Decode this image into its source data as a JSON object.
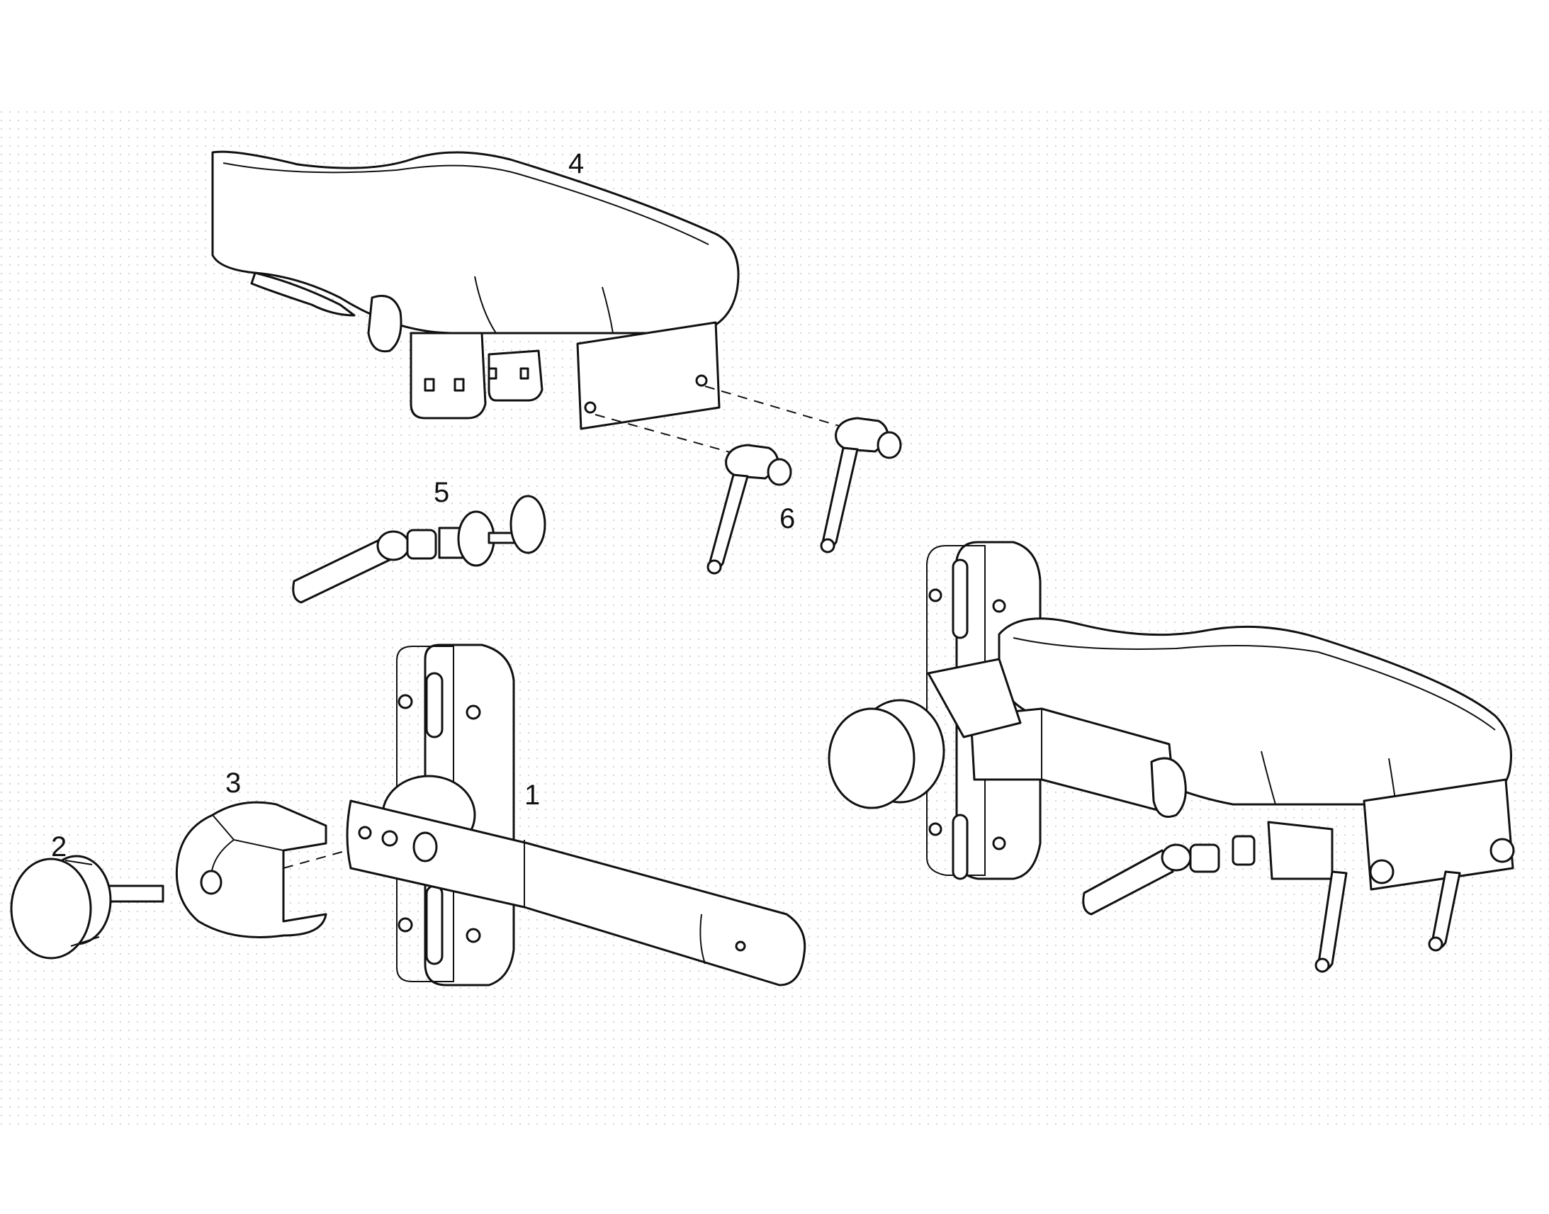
{
  "diagram": {
    "background_color": "#ffffff",
    "background_pattern": "dotted",
    "line_color": "#111111",
    "callouts": [
      {
        "id": "1",
        "label": "1"
      },
      {
        "id": "2",
        "label": "2"
      },
      {
        "id": "3",
        "label": "3"
      },
      {
        "id": "4",
        "label": "4"
      },
      {
        "id": "5",
        "label": "5"
      },
      {
        "id": "6",
        "label": "6"
      }
    ]
  }
}
